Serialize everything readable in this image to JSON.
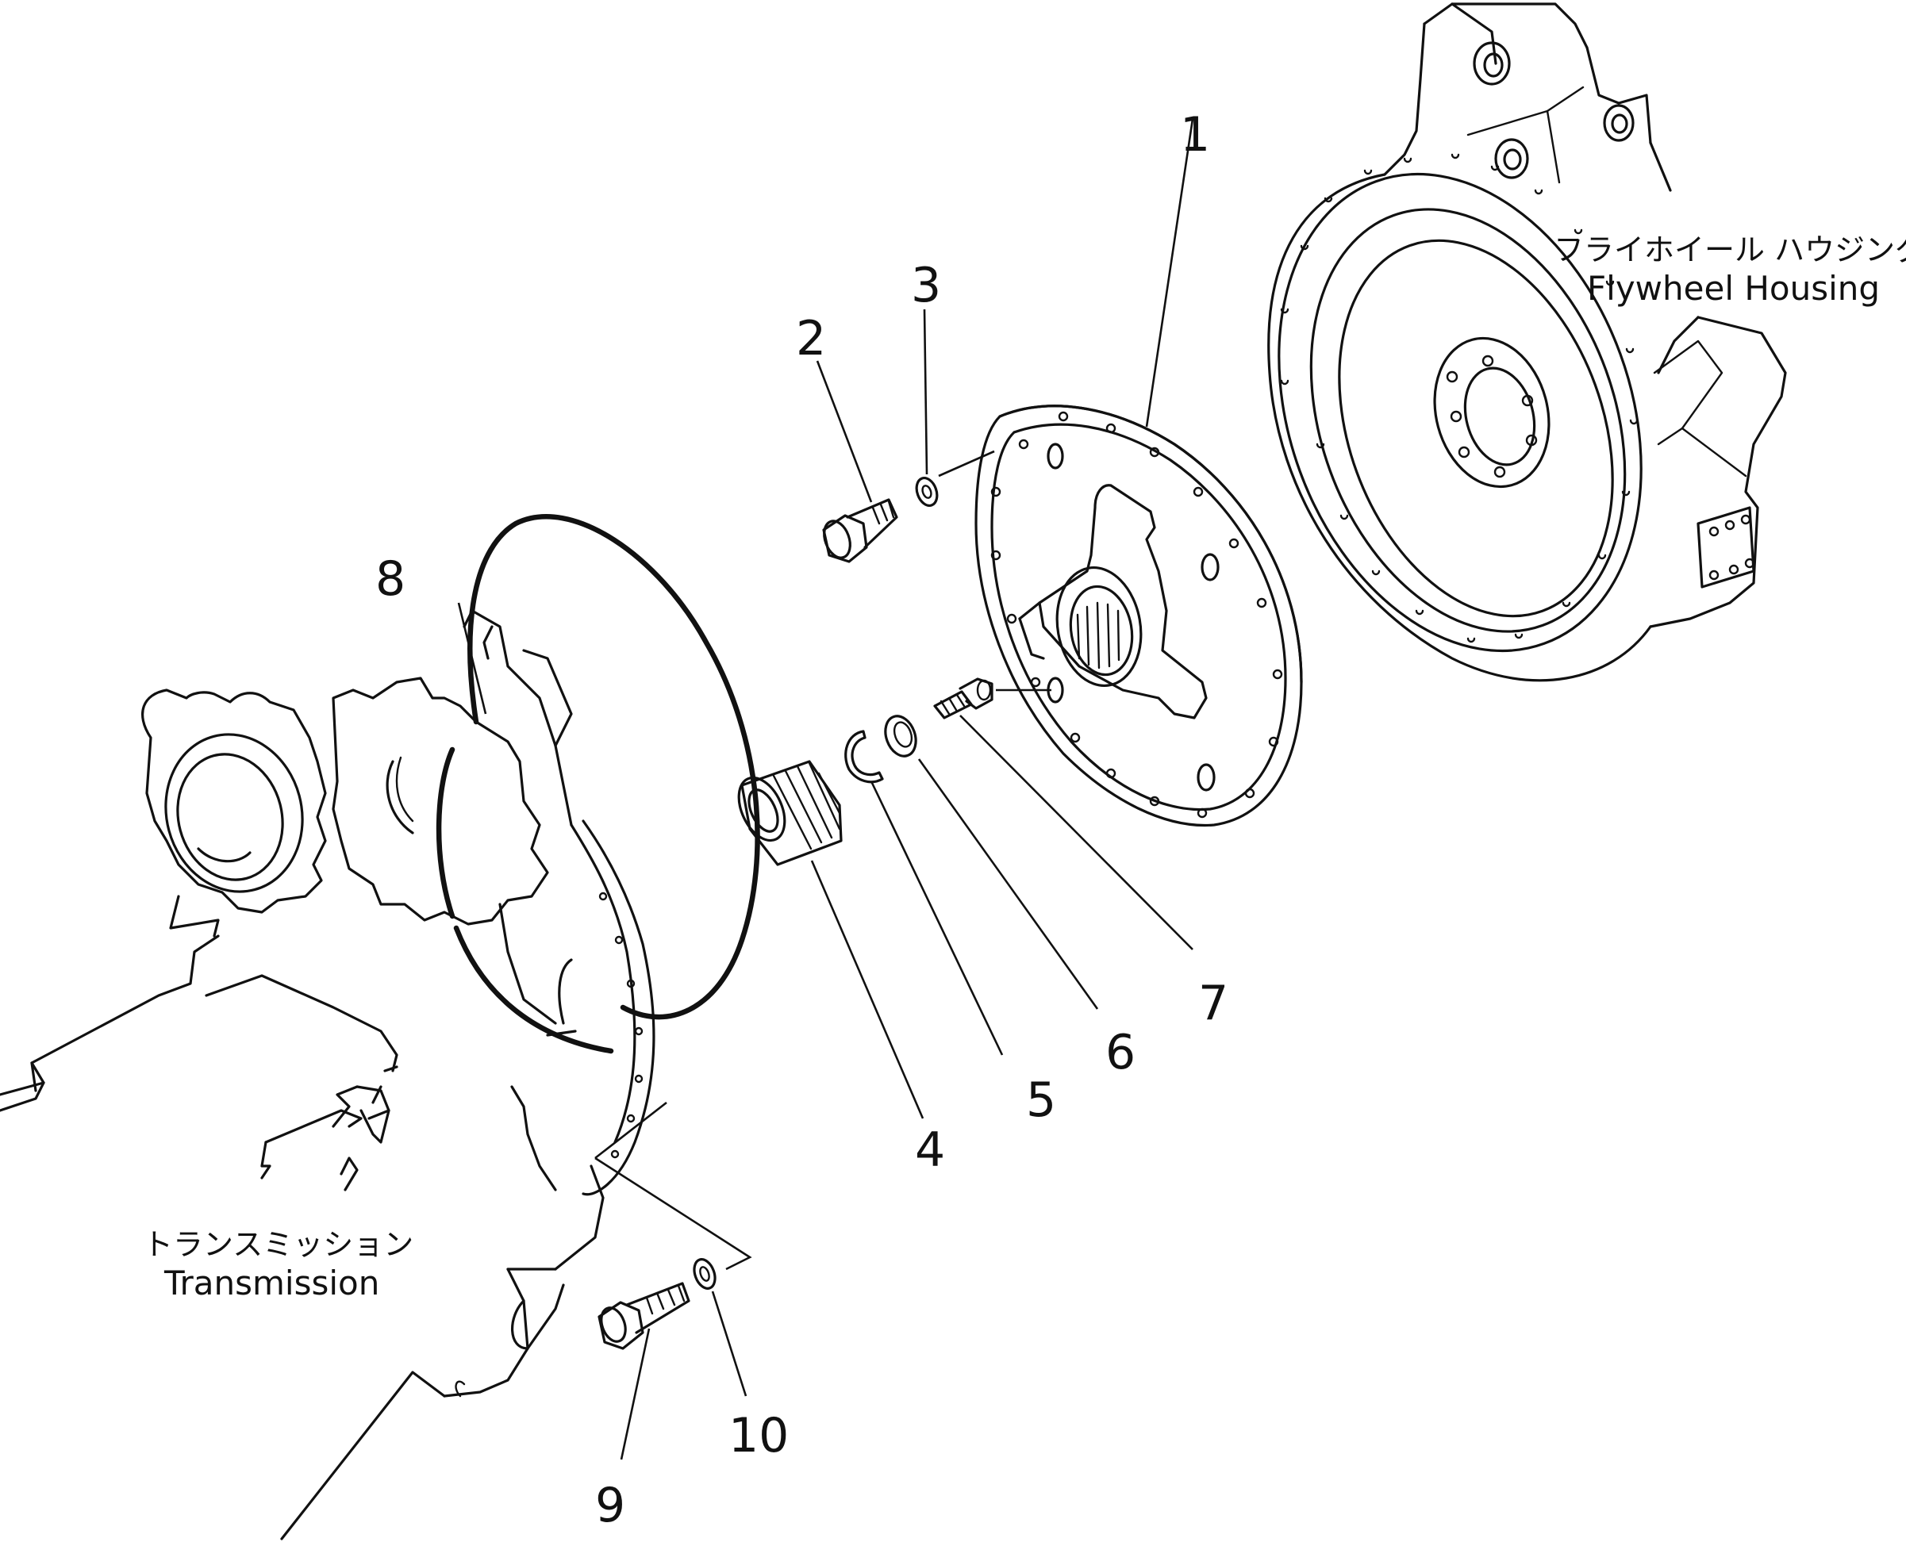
{
  "callouts": {
    "p1": "1",
    "p2": "2",
    "p3": "3",
    "p4": "4",
    "p5": "5",
    "p6": "6",
    "p7": "7",
    "p8": "8",
    "p9": "9",
    "p10": "10"
  },
  "labels": {
    "flywheel_housing_jp": "フライホイール ハウジング",
    "flywheel_housing_en": "Flywheel Housing",
    "transmission_jp": "トランスミッション",
    "transmission_en": "Transmission"
  }
}
